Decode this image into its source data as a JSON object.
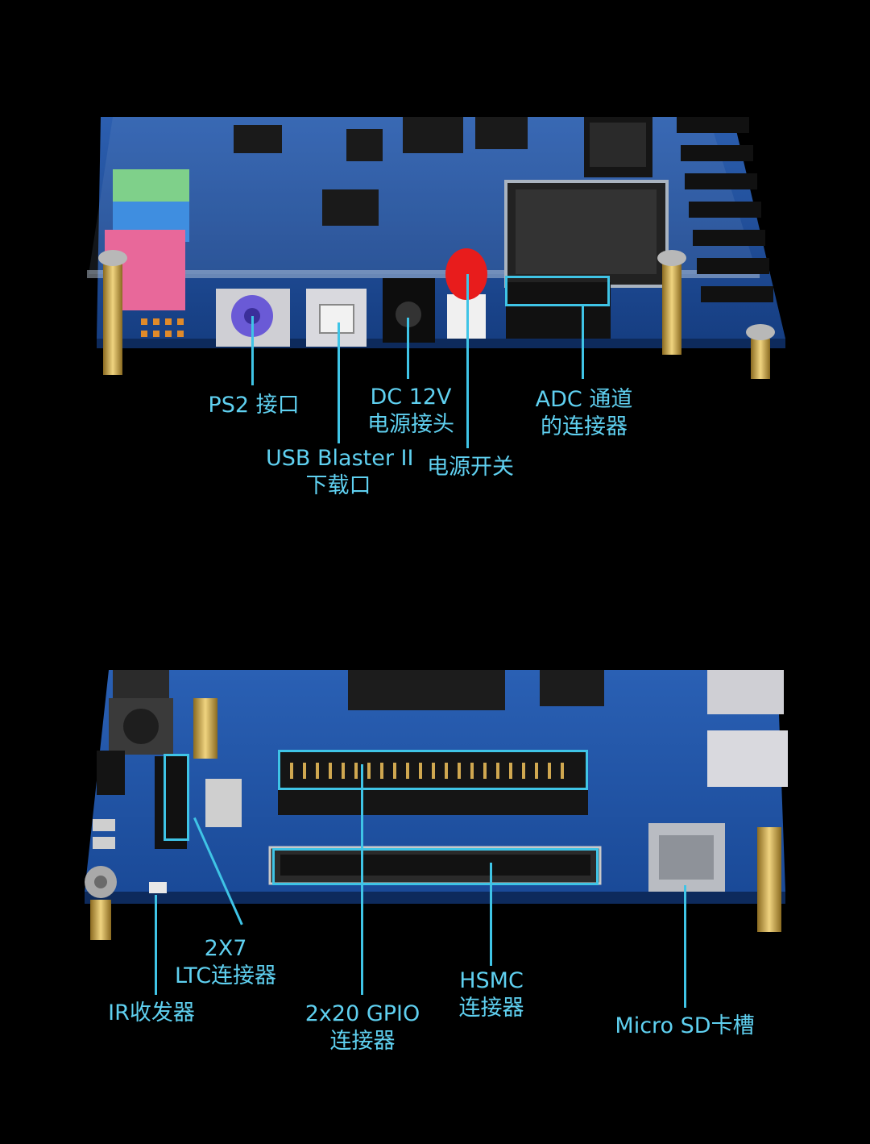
{
  "top_labels": {
    "ps2": "PS2 接口",
    "usb_line1": "USB Blaster II",
    "usb_line2": "下载口",
    "dc_line1": "DC 12V",
    "dc_line2": "电源接头",
    "power_switch": "电源开关",
    "adc_line1": "ADC 通道",
    "adc_line2": "的连接器"
  },
  "bottom_labels": {
    "ltc_line1": "2X7",
    "ltc_line2": "LTC连接器",
    "ir": "IR收发器",
    "gpio_line1": "2x20 GPIO",
    "gpio_line2": "连接器",
    "hsmc_line1": "HSMC",
    "hsmc_line2": "连接器",
    "sd": "Micro SD卡槽"
  },
  "colors": {
    "background": "#000000",
    "callout_text": "#5fd0f0",
    "leader_line": "#3fc4e6",
    "pcb": "#1f4f9e"
  }
}
